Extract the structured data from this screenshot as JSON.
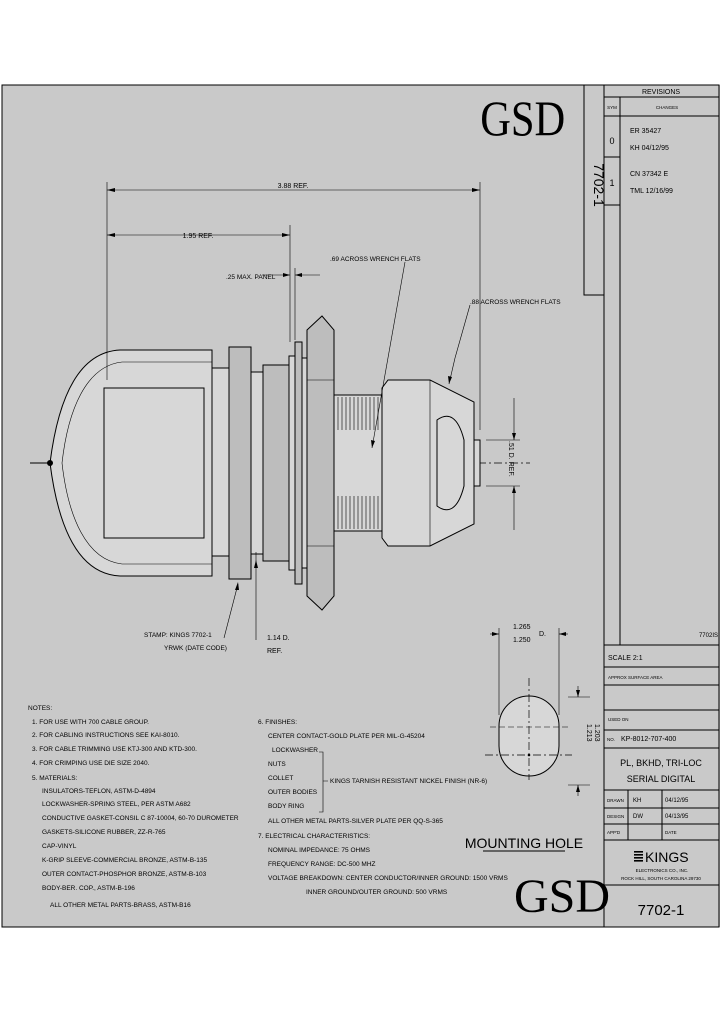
{
  "title_logo": "GSD",
  "title_logo_bottom": "GSD",
  "vertical_part_number": "7702-1",
  "mounting_hole_label": "MOUNTING HOLE",
  "revisions": {
    "title": "REVISIONS",
    "col_sym": "SYM",
    "col_changes": "CHANGES",
    "rows": [
      {
        "sym": "0",
        "lines": [
          "ER 35427",
          "KH 04/12/95"
        ]
      },
      {
        "sym": "1",
        "lines": [
          "CN 37342 E",
          "TML 12/16/99"
        ]
      }
    ]
  },
  "side_code": "7702IS",
  "title_block": {
    "scale": "SCALE 2:1",
    "approx_surface": "APPROX SURFACE AREA",
    "used_on": "USED ON",
    "no_label": "NO.",
    "no_value": "KP-8012-707-400",
    "desc_line1": "PL, BKHD, TRI-LOC",
    "desc_line2": "SERIAL DIGITAL",
    "drawn_label": "DRAWN",
    "drawn_by": "KH",
    "drawn_date": "04/12/95",
    "design_label": "DESIGN",
    "design_by": "DW",
    "design_date": "04/13/95",
    "appd_label": "APP'D",
    "date_label": "DATE",
    "company": "KINGS",
    "company_line2": "ELECTRONICS CO., INC.",
    "company_line3": "ROCK HILL, SOUTH CAROLINA 29730",
    "part_number": "7702-1"
  },
  "dimensions": {
    "overall": "3.88 REF.",
    "body": "1.95 REF.",
    "panel": ".25 MAX. PANEL",
    "flats_69": ".69 ACROSS WRENCH FLATS",
    "flats_88": ".88 ACROSS WRENCH FLATS",
    "dia_51": ".51 D. REF.",
    "dia_114_a": "1.14 D.",
    "dia_114_b": "REF.",
    "stamp_1": "STAMP: KINGS 7702-1",
    "stamp_2": "YRWK (DATE CODE)",
    "hole_w1": "1.265",
    "hole_w2": "1.250",
    "hole_w_unit": "D.",
    "hole_h1": "1.213",
    "hole_h2": "1.203"
  },
  "notes_left": [
    "NOTES:",
    "1. FOR USE WITH 700 CABLE GROUP.",
    "2. FOR CABLING INSTRUCTIONS SEE KAI-8010.",
    "3. FOR CABLE TRIMMING USE KTJ-300 AND KTD-300.",
    "4. FOR CRIMPING USE DIE SIZE 2040.",
    "5. MATERIALS:",
    "INSULATORS-TEFLON, ASTM-D-4894",
    "LOCKWASHER-SPRING STEEL, PER ASTM A682",
    "CONDUCTIVE GASKET-CONSIL C 87-10004, 60-70 DUROMETER",
    "GASKETS-SILICONE RUBBER, ZZ-R-765",
    "CAP-VINYL",
    "K-GRIP SLEEVE-COMMERCIAL BRONZE, ASTM-B-135",
    "OUTER CONTACT-PHOSPHOR BRONZE, ASTM-B-103",
    "BODY-BER. COP., ASTM-B-196",
    "ALL OTHER METAL PARTS-BRASS, ASTM-B16"
  ],
  "notes_right": {
    "finishes_head": "6. FINISHES:",
    "center_contact": "CENTER CONTACT-GOLD PLATE PER MIL-G-45204",
    "items": [
      "LOCKWASHER",
      "NUTS",
      "COLLET",
      "OUTER BODIES",
      "BODY RING"
    ],
    "nickel_note": "KINGS TARNISH RESISTANT NICKEL FINISH (NR-6)",
    "silver_note": "ALL OTHER METAL PARTS-SILVER PLATE PER QQ-S-365",
    "electrical_head": "7. ELECTRICAL CHARACTERISTICS:",
    "impedance": "NOMINAL IMPEDANCE: 75 OHMS",
    "frequency": "FREQUENCY RANGE: DC-500 MHZ",
    "voltage_1": "VOLTAGE BREAKDOWN: CENTER CONDUCTOR/INNER GROUND: 1500 VRMS",
    "voltage_2": "INNER GROUND/OUTER GROUND: 500 VRMS"
  }
}
